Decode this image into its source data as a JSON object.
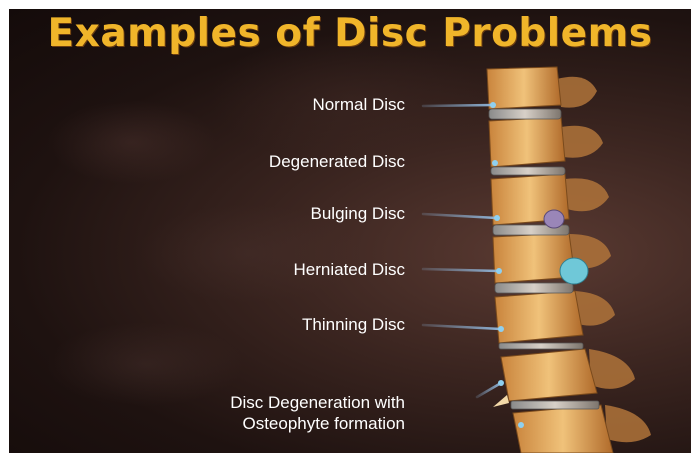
{
  "title": "Examples of Disc Problems",
  "labels": [
    "Normal Disc",
    "Degenerated Disc",
    "Bulging Disc",
    "Herniated Disc",
    "Thinning Disc",
    "Disc Degeneration with",
    "Osteophyte formation"
  ],
  "colors": {
    "title": "#f0b52a",
    "bone": "#e7b36a",
    "disc": "#c5b9ad",
    "pointer": "#8fb4d8",
    "herniation": "#6fc8d8",
    "bulge": "#9a86b8"
  }
}
